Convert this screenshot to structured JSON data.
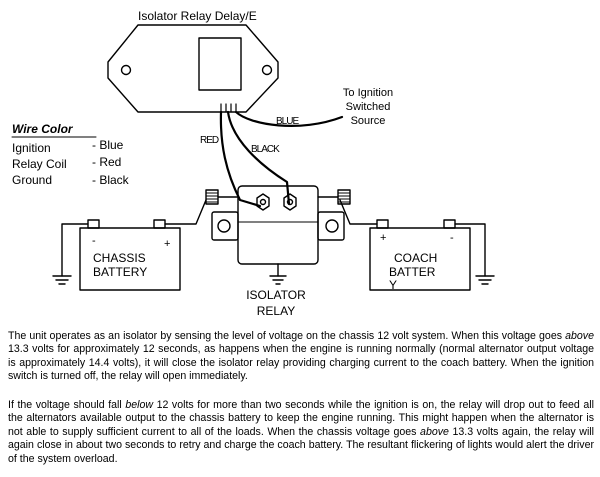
{
  "diagram": {
    "isolator_delay_title": "Isolator Relay Delay/E",
    "ignition_source": [
      "To Ignition",
      "Switched",
      "Source"
    ],
    "wire_labels": {
      "blue": "BLUE",
      "red": "RED",
      "black": "BLACK"
    },
    "legend": {
      "title": "Wire Color",
      "rows": [
        {
          "name": "Ignition",
          "color": "- Blue"
        },
        {
          "name": "Relay Coil",
          "color": "- Red"
        },
        {
          "name": "Ground",
          "color": "- Black"
        }
      ]
    },
    "chassis_battery": {
      "minus": "-",
      "plus": "+",
      "line1": "CHASSIS",
      "line2": "BATTERY"
    },
    "coach_battery": {
      "plus": "+",
      "minus": "-",
      "line1": "COACH",
      "line2": "BATTER",
      "line3": "Y"
    },
    "isolator_relay": [
      "ISOLATOR",
      "RELAY"
    ]
  },
  "text": {
    "p1": {
      "a": "The unit operates as an isolator by sensing the level of voltage on the chassis 12 volt system. When this voltage goes ",
      "b": "above",
      "c": " 13.3 volts for approximately 12 seconds, as happens when the engine is running normally (normal alternator output voltage is approximately 14.4 volts), it will close the isolator relay providing charging current to the coach battery. When the ignition switch is turned off, the relay will open immediately."
    },
    "p2": {
      "a": "If the voltage should fall ",
      "b": "below",
      "c": " 12 volts for more than two seconds while the ignition is on, the relay will drop out to feed all the alternators available output to the chassis battery to keep the engine running. This might happen when the alternator is not able to supply sufficient current to all of the loads. When the chassis voltage goes ",
      "d": "above",
      "e": " 13.3 volts again, the relay will again close in about two seconds to retry and charge the coach battery. The resultant flickering of lights would alert the driver of the system overload."
    }
  }
}
